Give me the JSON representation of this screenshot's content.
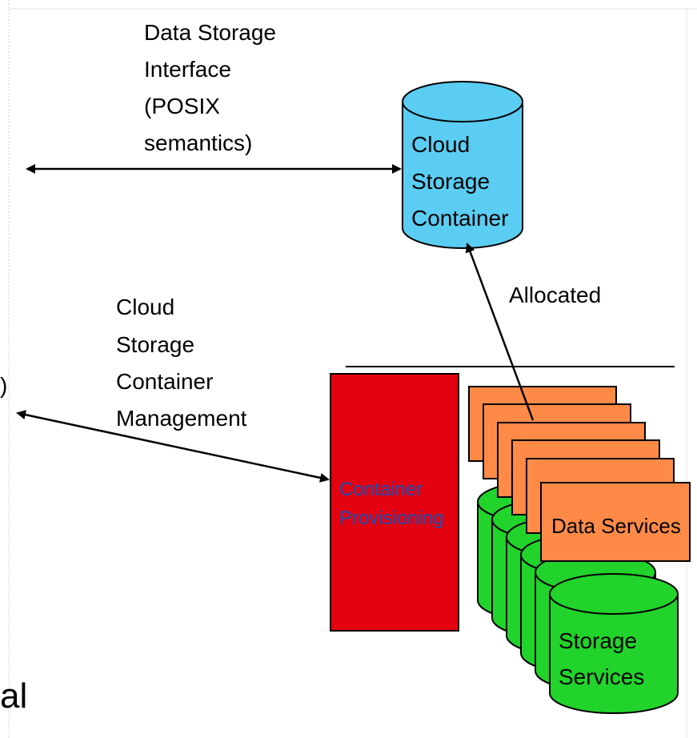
{
  "interface_label": [
    "Data Storage",
    "Interface",
    "(POSIX",
    "semantics)"
  ],
  "cloud_container": {
    "lines": [
      "Cloud",
      "Storage",
      "Container"
    ],
    "color": "#5bcdf2"
  },
  "management_label": [
    "Cloud",
    "Storage",
    "Container",
    "Management"
  ],
  "allocated_label": "Allocated",
  "provisioning": {
    "lines": [
      "Container",
      "Provisioning"
    ],
    "color": "#e3000f",
    "text_color": "#1a4fb8"
  },
  "data_services": {
    "label": "Data Services",
    "color": "#ff8a47"
  },
  "storage_services": {
    "lines": [
      "Storage",
      "Services"
    ],
    "color": "#22d32b"
  },
  "left_edge_glyphs": {
    "paren": ")",
    "fragment": "al"
  }
}
